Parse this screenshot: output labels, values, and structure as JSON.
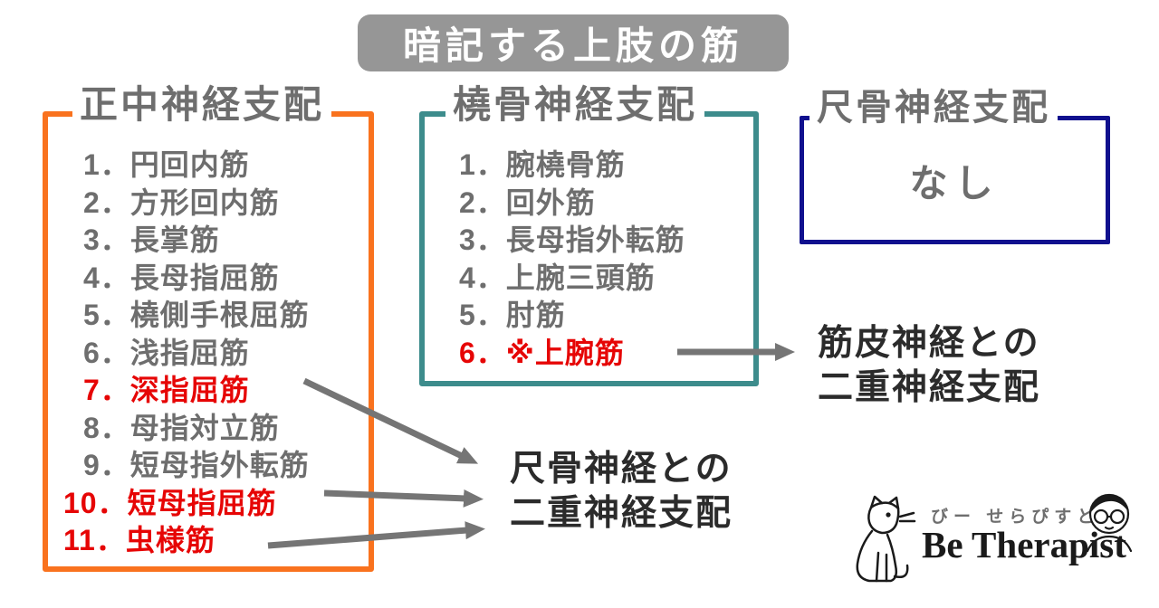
{
  "title": "暗記する上肢の筋",
  "colors": {
    "title_bg": "#969696",
    "median_border": "#F9721E",
    "radial_border": "#3D8C8C",
    "ulnar_border": "#10108E",
    "text_gray": "#6E6E6E",
    "highlight_red": "#E60505",
    "annotation_dark": "#2B2B2B",
    "arrow_gray": "#757575"
  },
  "boxes": [
    {
      "id": "median",
      "header": "正中神経支配",
      "items": [
        {
          "text": "1．円回内筋",
          "highlight": false
        },
        {
          "text": "2．方形回内筋",
          "highlight": false
        },
        {
          "text": "3．長掌筋",
          "highlight": false
        },
        {
          "text": "4．長母指屈筋",
          "highlight": false
        },
        {
          "text": "5．橈側手根屈筋",
          "highlight": false
        },
        {
          "text": "6．浅指屈筋",
          "highlight": false
        },
        {
          "text": "7．深指屈筋",
          "highlight": true
        },
        {
          "text": "8．母指対立筋",
          "highlight": false
        },
        {
          "text": "9．短母指外転筋",
          "highlight": false
        },
        {
          "text": "10．短母指屈筋",
          "highlight": true
        },
        {
          "text": "11．虫様筋",
          "highlight": true
        }
      ]
    },
    {
      "id": "radial",
      "header": "橈骨神経支配",
      "items": [
        {
          "text": "1．腕橈骨筋",
          "highlight": false
        },
        {
          "text": "2．回外筋",
          "highlight": false
        },
        {
          "text": "3．長母指外転筋",
          "highlight": false
        },
        {
          "text": "4．上腕三頭筋",
          "highlight": false
        },
        {
          "text": "5．肘筋",
          "highlight": false
        },
        {
          "text": "6．※上腕筋",
          "highlight": true
        }
      ]
    },
    {
      "id": "ulnar",
      "header": "尺骨神経支配",
      "content": "なし"
    }
  ],
  "annotations": [
    {
      "id": "musculocutaneous-dual",
      "line1": "筋皮神経との",
      "line2": "二重神経支配"
    },
    {
      "id": "ulnar-dual",
      "line1": "尺骨神経との",
      "line2": "二重神経支配"
    }
  ],
  "connections": [
    {
      "from": "6．※上腕筋",
      "to": "筋皮神経との二重神経支配"
    },
    {
      "from": "7．深指屈筋",
      "to": "尺骨神経との二重神経支配"
    },
    {
      "from": "10．短母指屈筋",
      "to": "尺骨神経との二重神経支配"
    },
    {
      "from": "11．虫様筋",
      "to": "尺骨神経との二重神経支配"
    }
  ],
  "logo": {
    "kana": "びー せらぴすと",
    "name": "Be Therapist"
  }
}
